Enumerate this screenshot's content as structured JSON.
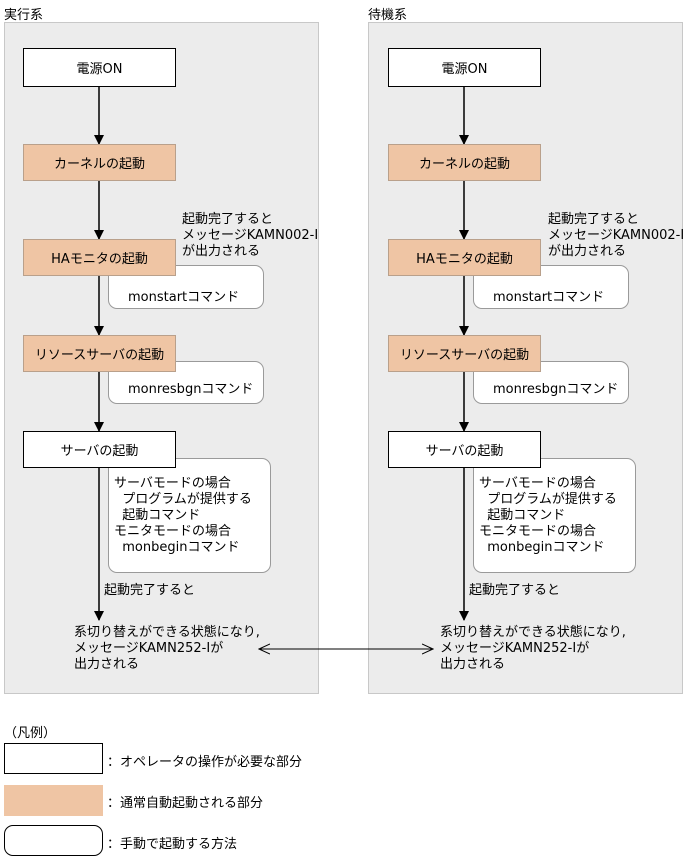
{
  "lanes": {
    "active": {
      "title": "実行系",
      "power_on": "電源ON",
      "kernel_start": "カーネルの起動",
      "start_note": "起動完了すると\nメッセージKAMN002-I\nが出力される",
      "ha_monitor_start": "HAモニタの起動",
      "monstart_cmd": "monstartコマンド",
      "resource_server_start": "リソースサーバの起動",
      "monresbgn_cmd": "monresbgnコマンド",
      "server_start": "サーバの起動",
      "server_methods": "サーバモードの場合\n  プログラムが提供する\n  起動コマンド\nモニタモードの場合\n  monbeginコマンド",
      "done_label": "起動完了すると",
      "result": "系切り替えができる状態になり,\nメッセージKAMN252-Iが\n出力される"
    },
    "standby": {
      "title": "待機系",
      "power_on": "電源ON",
      "kernel_start": "カーネルの起動",
      "start_note": "起動完了すると\nメッセージKAMN002-I\nが出力される",
      "ha_monitor_start": "HAモニタの起動",
      "monstart_cmd": "monstartコマンド",
      "resource_server_start": "リソースサーバの起動",
      "monresbgn_cmd": "monresbgnコマンド",
      "server_start": "サーバの起動",
      "server_methods": "サーバモードの場合\n  プログラムが提供する\n  起動コマンド\nモニタモードの場合\n  monbeginコマンド",
      "done_label": "起動完了すると",
      "result": "系切り替えができる状態になり,\nメッセージKAMN252-Iが\n出力される"
    }
  },
  "legend": {
    "title": "（凡例）",
    "operator_required": "：オペレータの操作が必要な部分",
    "auto_started": "：通常自動起動される部分",
    "manual_method": "：手動で起動する方法"
  },
  "colors": {
    "auto_fill": "#efc5a4",
    "lane_bg": "#ececec"
  }
}
